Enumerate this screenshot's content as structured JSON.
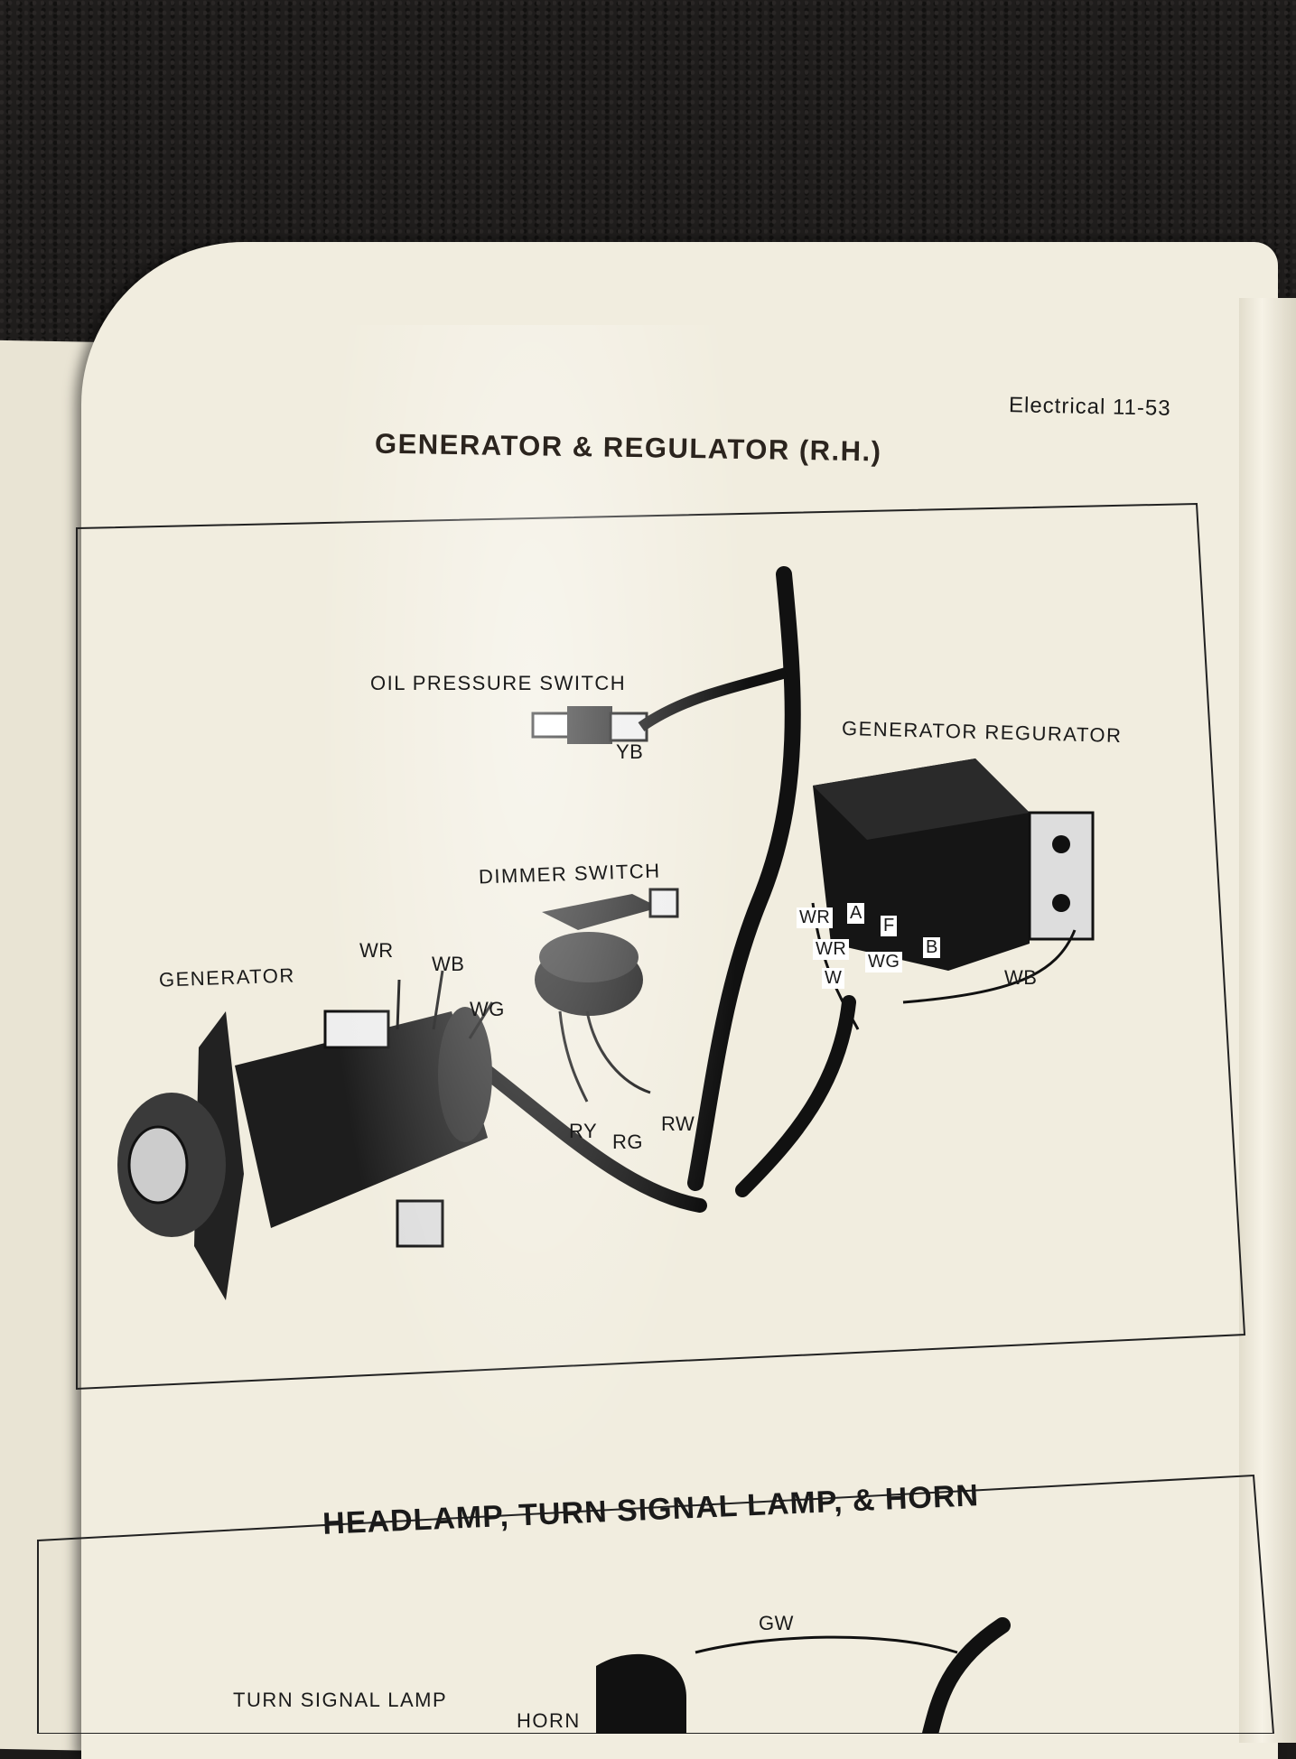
{
  "header": {
    "page_ref": "Electrical 11-53"
  },
  "sections": [
    {
      "title": "GENERATOR & REGULATOR (R.H.)",
      "labels": {
        "oil_pressure_switch": "OIL PRESSURE SWITCH",
        "generator_regulator": "GENERATOR REGURATOR",
        "dimmer_switch": "DIMMER SWITCH",
        "generator": "GENERATOR"
      },
      "wire_codes": {
        "yb": "YB",
        "wr_gen": "WR",
        "wb_gen": "WB",
        "wg_gen": "WG",
        "ry": "RY",
        "rg": "RG",
        "rw": "RW",
        "wr_reg_a": "WR",
        "wr_reg_b": "WR",
        "wg_reg": "WG",
        "w_reg": "W",
        "wb_reg": "WB"
      },
      "terminals": {
        "a": "A",
        "f": "F",
        "b": "B"
      }
    },
    {
      "title": "HEADLAMP, TURN SIGNAL LAMP, & HORN",
      "labels": {
        "turn_signal_lamp": "TURN SIGNAL LAMP",
        "horn": "HORN"
      },
      "wire_codes": {
        "gw": "GW"
      }
    }
  ]
}
